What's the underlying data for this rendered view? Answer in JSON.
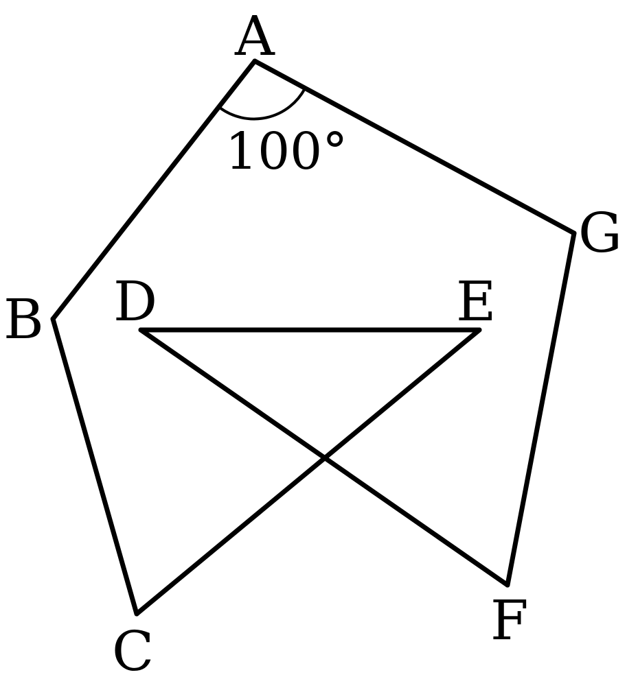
{
  "points": {
    "A": "A",
    "B": "B",
    "C": "C",
    "D": "D",
    "E": "E",
    "F": "F",
    "G": "G"
  },
  "angle_A": "100°"
}
